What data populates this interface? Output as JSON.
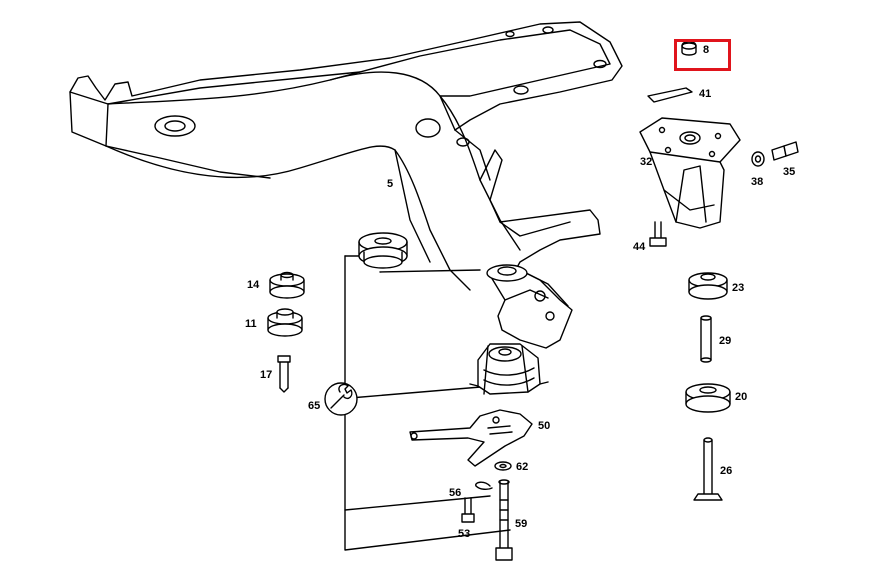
{
  "diagram": {
    "part_labels": {
      "p8": "8",
      "p41": "41",
      "p32": "32",
      "p38": "38",
      "p35": "35",
      "p5": "5",
      "p44": "44",
      "p23": "23",
      "p14": "14",
      "p11": "11",
      "p29": "29",
      "p17": "17",
      "p65": "65",
      "p20": "20",
      "p50": "50",
      "p26": "26",
      "p62": "62",
      "p56": "56",
      "p59": "59",
      "p53": "53"
    },
    "highlighted_part": "8",
    "colors": {
      "line": "#000000",
      "background": "#ffffff",
      "highlight": "#e0141c"
    },
    "icons": [
      "wrench-icon"
    ]
  }
}
